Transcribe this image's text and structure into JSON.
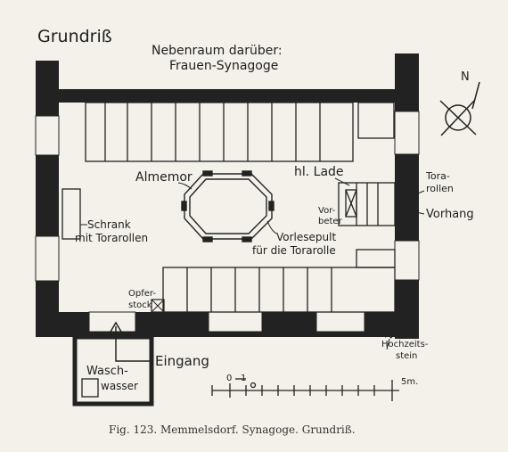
{
  "title": "Grundriß",
  "upper_room_line1": "Nebenraum darüber:",
  "upper_room_line2": "Frauen-Synagoge",
  "compass_n": "N",
  "labels": {
    "almemor": "Almemor",
    "hl_lade": "hl. Lade",
    "tora_rollen_1": "Tora-",
    "tora_rollen_2": "rollen",
    "vorhang": "Vorhang",
    "vorbeter_1": "Vor-",
    "vorbeter_2": "beter",
    "schrank_1": "Schrank",
    "schrank_2": "mit Torarollen",
    "vorlesepult_1": "Vorlesepult",
    "vorlesepult_2": "für die Torarolle",
    "opferstock_1": "Opfer-",
    "opferstock_2": "stock",
    "eingang": "Eingang",
    "hochzeitsstein_1": "Hochzeits-",
    "hochzeitsstein_2": "stein",
    "waschwasser_1": "Wasch-",
    "waschwasser_2": "wasser"
  },
  "scale": {
    "zero": "0",
    "one": "1",
    "five": "5m."
  },
  "caption": "Fig. 123. Memmelsdorf. Synagoge. Grundriß."
}
